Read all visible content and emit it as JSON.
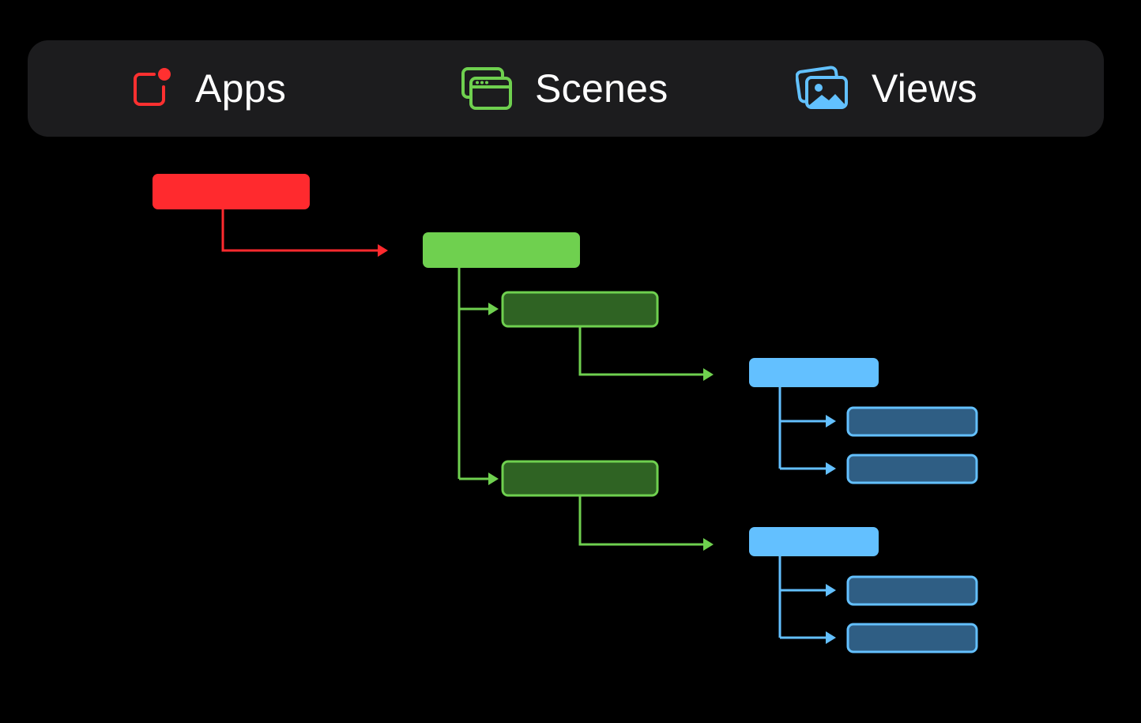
{
  "legend": {
    "apps": {
      "label": "Apps",
      "icon": "app-badge-icon",
      "color": "#ff3030"
    },
    "scenes": {
      "label": "Scenes",
      "icon": "windows-icon",
      "color": "#6fd04f"
    },
    "views": {
      "label": "Views",
      "icon": "photos-icon",
      "color": "#62c1ff"
    }
  },
  "colors": {
    "app": "#ff2a2e",
    "scene": "#6fd04f",
    "scene_child_fill": "#2f6323",
    "view": "#63c0ff",
    "view_child_fill": "#2f5e84",
    "background": "#000000",
    "bar": "#1c1c1e"
  },
  "hierarchy": {
    "app": {
      "kind": "app",
      "scene": {
        "kind": "scene",
        "children": [
          {
            "kind": "scene-child",
            "view": {
              "kind": "view",
              "children": [
                {
                  "kind": "view-child"
                },
                {
                  "kind": "view-child"
                }
              ]
            }
          },
          {
            "kind": "scene-child",
            "view": {
              "kind": "view",
              "children": [
                {
                  "kind": "view-child"
                },
                {
                  "kind": "view-child"
                }
              ]
            }
          }
        ]
      }
    }
  }
}
